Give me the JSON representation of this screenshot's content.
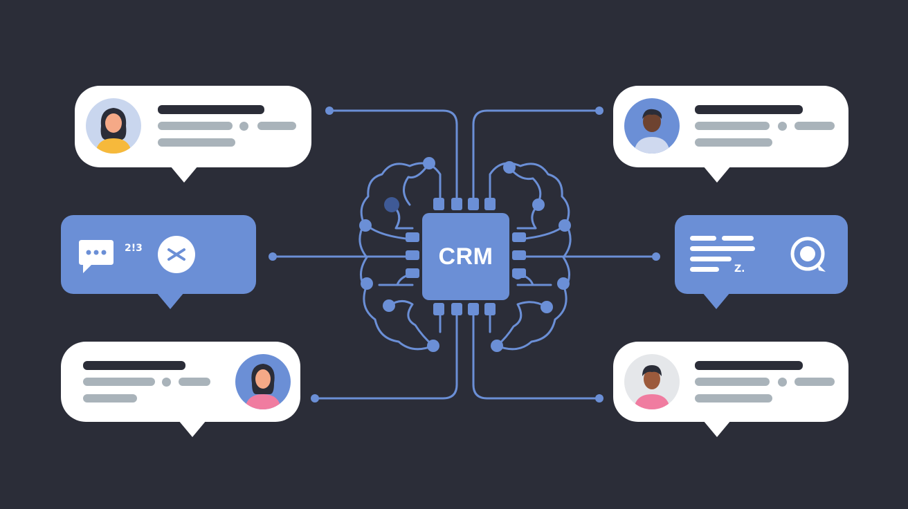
{
  "center": {
    "label": "CRM"
  },
  "colors": {
    "background": "#2b2d38",
    "accent": "#6b8fd6",
    "bubble": "#ffffff",
    "placeholder_bar": "#a9b3ba",
    "dark_bar": "#2b2d38"
  },
  "left_panel": {
    "icons": [
      "chat-ellipsis-icon",
      "close-icon"
    ],
    "glyph_text": "2!3"
  },
  "right_panel": {
    "icons": [
      "text-lines-icon",
      "search-chat-icon"
    ],
    "glyph_text": "Z."
  },
  "contacts": [
    {
      "position": "top-left",
      "avatar": "woman-avatar-icon",
      "shirt_color": "#f6b93b",
      "avatar_bg": "#c9d6ee"
    },
    {
      "position": "top-right",
      "avatar": "man-avatar-icon",
      "shirt_color": "#cfd9ef",
      "avatar_bg": "#6b8fd6"
    },
    {
      "position": "bottom-left",
      "avatar": "woman-avatar-icon",
      "shirt_color": "#f07ca0",
      "avatar_bg": "#6b8fd6"
    },
    {
      "position": "bottom-right",
      "avatar": "man-avatar-icon",
      "shirt_color": "#f07ca0",
      "avatar_bg": "#e5e7ea"
    }
  ]
}
